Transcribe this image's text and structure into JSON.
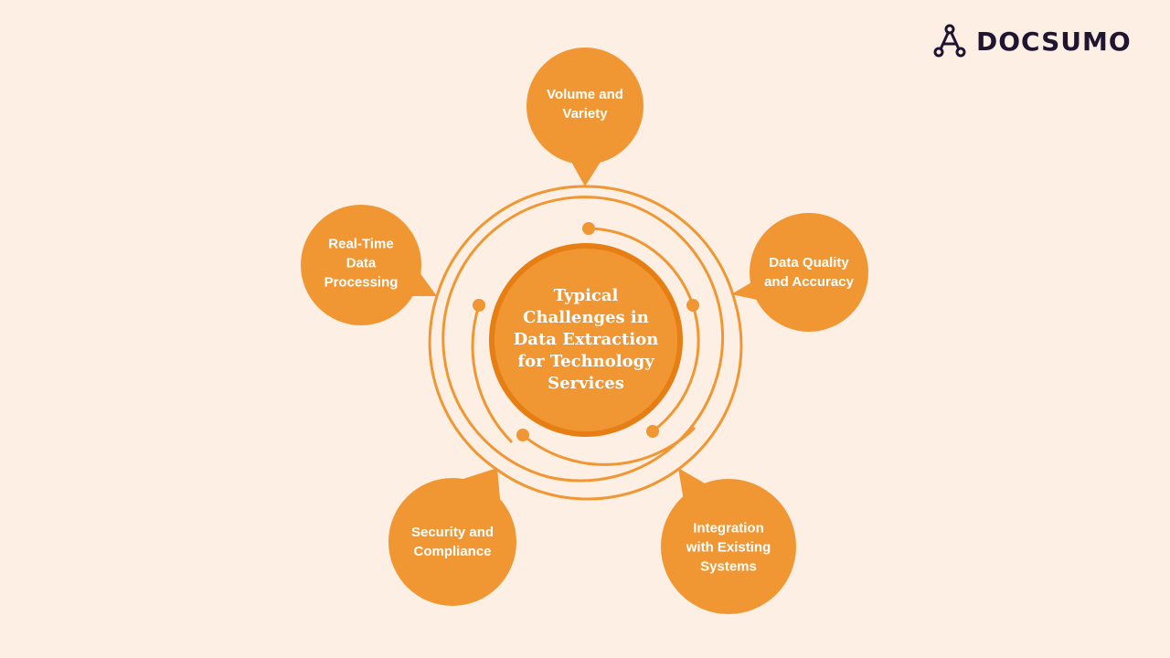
{
  "brand": {
    "name": "DOCSUMO",
    "logo_icon": "network-a-icon"
  },
  "colors": {
    "background": "#fdefe3",
    "accent": "#f09733",
    "accent_dark": "#e67e13",
    "brand_text": "#1f1530"
  },
  "center": {
    "title": "Typical Challenges in Data Extraction for Technology Services"
  },
  "challenges": [
    {
      "label": "Volume and\nVariety"
    },
    {
      "label": "Data Quality\nand Accuracy"
    },
    {
      "label": "Integration\nwith Existing\nSystems"
    },
    {
      "label": "Security and\nCompliance"
    },
    {
      "label": "Real-Time\nData\nProcessing"
    }
  ]
}
